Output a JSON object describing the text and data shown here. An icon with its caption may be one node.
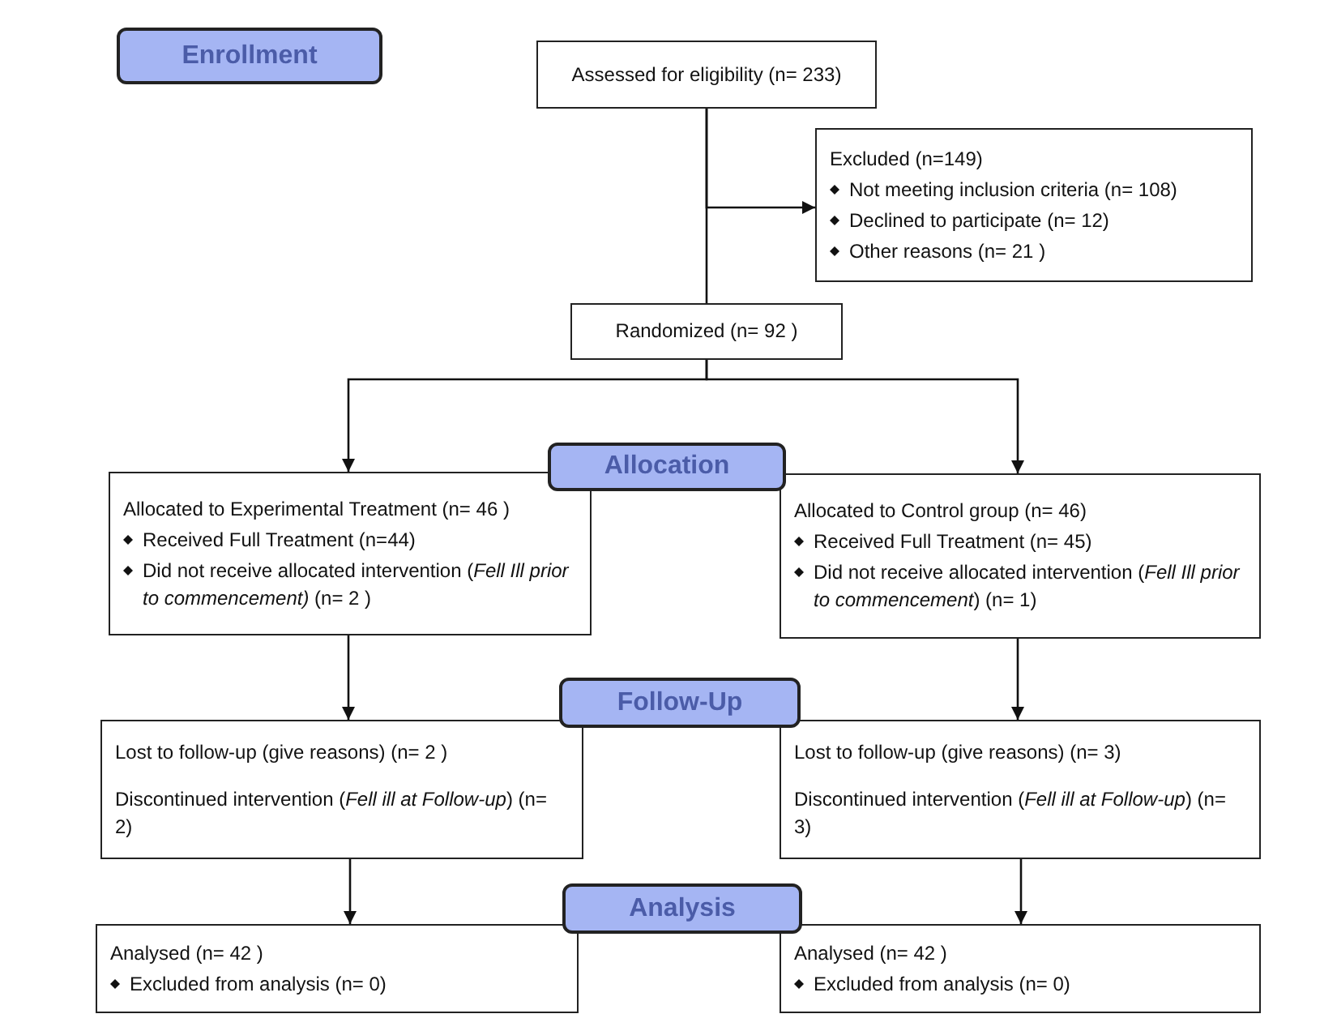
{
  "diagram": {
    "nodes": [
      {
        "text": [
          "Enrollment"
        ]
      },
      {
        "text": [
          "Assessed for eligibility (n= 233)"
        ]
      },
      {
        "text": [
          "Excluded  (n=149)",
          "Not meeting inclusion criteria (n= 108)",
          "Declined to participate (n= 12)",
          "Other reasons (n= 21 )"
        ]
      },
      {
        "text": [
          "Randomized (n= 92 )"
        ]
      },
      {
        "text": [
          "Allocation"
        ]
      },
      {
        "text": [
          "Allocated to Experimental Treatment (n= 46 )",
          "Received Full Treatment (n=44)",
          "Did not receive allocated intervention (*Fell Ill prior to commencement)* (n= 2 )"
        ]
      },
      {
        "text": [
          "Allocated to Control group (n= 46)",
          "Received Full Treatment (n= 45)",
          "Did not receive allocated intervention (*Fell Ill prior to commencement*) (n= 1)"
        ]
      },
      {
        "text": [
          "Follow-Up"
        ]
      },
      {
        "text": [
          "Lost to follow-up (give reasons) (n= 2 )",
          "Discontinued intervention (*Fell ill at Follow-up*) (n= 2)"
        ]
      },
      {
        "text": [
          "Lost to follow-up (give reasons) (n= 3)",
          "Discontinued intervention (*Fell ill at Follow-up*) (n= 3)"
        ]
      },
      {
        "text": [
          "Analysis"
        ]
      },
      {
        "text": [
          "Analysed  (n= 42 )",
          "Excluded from analysis (n= 0)"
        ]
      },
      {
        "text": [
          "Analysed  (n= 42  )",
          "Excluded from analysis (n= 0)"
        ]
      }
    ],
    "edges": [
      {
        "from": 1,
        "to": 3,
        "arrow": "none"
      },
      {
        "from": 1,
        "to": 2,
        "arrow": "to"
      },
      {
        "from": 3,
        "to": 5,
        "arrow": "to"
      },
      {
        "from": 3,
        "to": 6,
        "arrow": "to"
      },
      {
        "from": 5,
        "to": 8,
        "arrow": "to"
      },
      {
        "from": 6,
        "to": 9,
        "arrow": "to"
      },
      {
        "from": 8,
        "to": 11,
        "arrow": "to"
      },
      {
        "from": 9,
        "to": 12,
        "arrow": "to"
      }
    ]
  }
}
